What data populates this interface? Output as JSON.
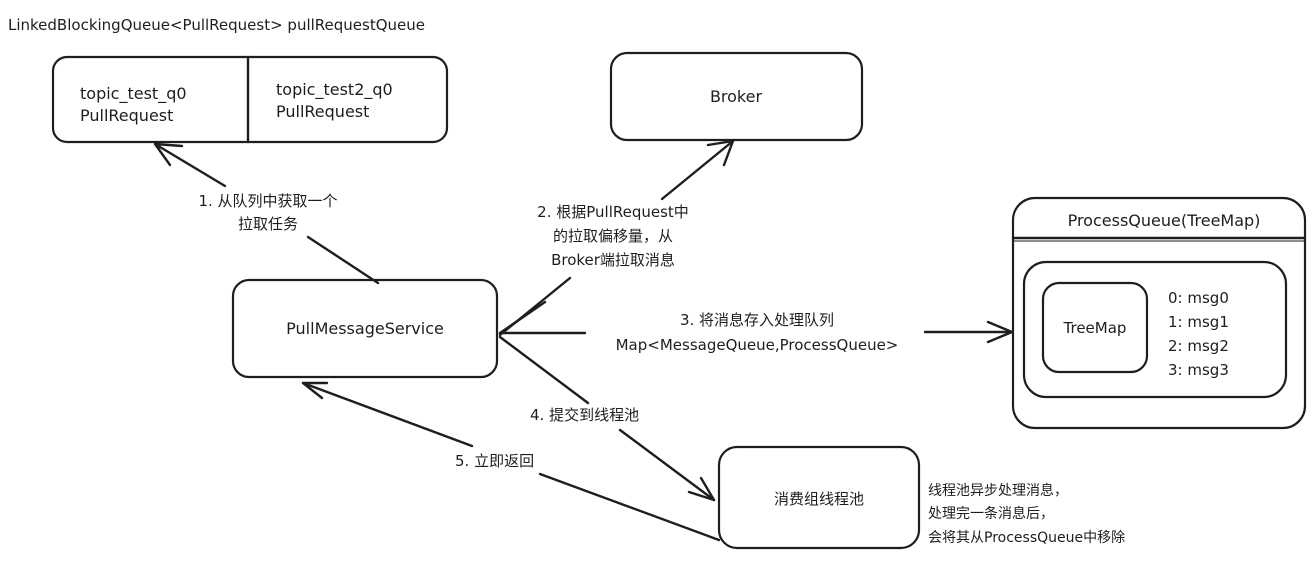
{
  "queue": {
    "title": "LinkedBlockingQueue<PullRequest> pullRequestQueue",
    "cells": [
      {
        "line1": "topic_test_q0",
        "line2": "PullRequest"
      },
      {
        "line1": "topic_test2_q0",
        "line2": "PullRequest"
      }
    ]
  },
  "nodes": {
    "broker": "Broker",
    "pull_message_service": "PullMessageService",
    "consumer_thread_pool": "消费组线程池",
    "process_queue": {
      "title": "ProcessQueue(TreeMap)",
      "treemap_label": "TreeMap",
      "entries": [
        "0: msg0",
        "1: msg1",
        "2: msg2",
        "3: msg3"
      ]
    }
  },
  "edges": {
    "step1": [
      "1. 从队列中获取一个",
      "拉取任务"
    ],
    "step2": [
      "2. 根据PullRequest中",
      "的拉取偏移量，从",
      "Broker端拉取消息"
    ],
    "step3": [
      "3. 将消息存入处理队列",
      "Map<MessageQueue,ProcessQueue>"
    ],
    "step4": "4. 提交到线程池",
    "step5": "5. 立即返回"
  },
  "note": [
    "线程池异步处理消息，",
    "处理完一条消息后，",
    "会将其从ProcessQueue中移除"
  ]
}
